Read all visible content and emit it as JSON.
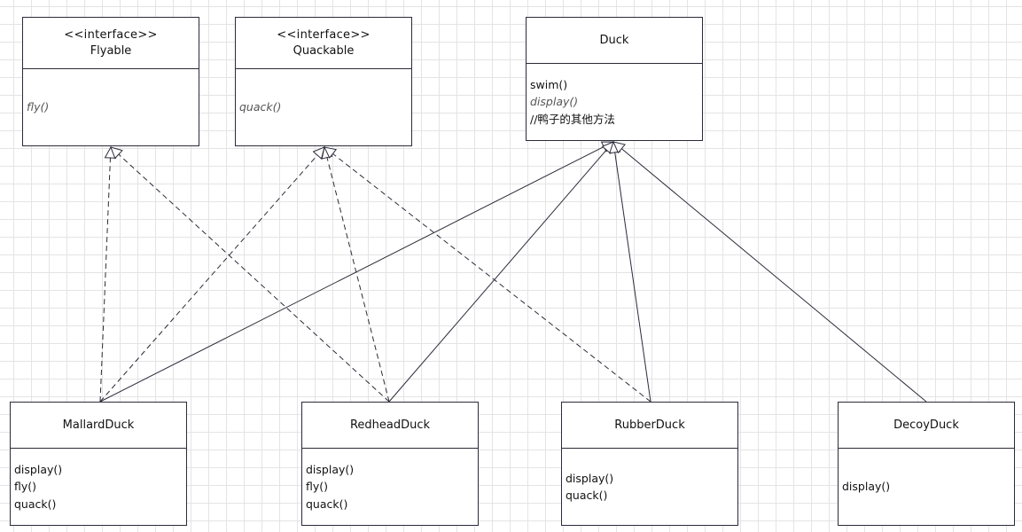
{
  "diagram": {
    "classes": {
      "flyable": {
        "stereotype": "<<interface>>",
        "name": "Flyable",
        "members": [
          {
            "text": "fly()",
            "italic": true
          }
        ]
      },
      "quackable": {
        "stereotype": "<<interface>>",
        "name": "Quackable",
        "members": [
          {
            "text": "quack()",
            "italic": true
          }
        ]
      },
      "duck": {
        "stereotype": "",
        "name": "Duck",
        "members": [
          {
            "text": "swim()",
            "italic": false
          },
          {
            "text": "display()",
            "italic": true
          },
          {
            "text": "//鸭子的其他方法",
            "italic": false
          }
        ]
      },
      "mallard": {
        "stereotype": "",
        "name": "MallardDuck",
        "members": [
          {
            "text": "display()",
            "italic": false
          },
          {
            "text": "fly()",
            "italic": false
          },
          {
            "text": "quack()",
            "italic": false
          }
        ]
      },
      "redhead": {
        "stereotype": "",
        "name": "RedheadDuck",
        "members": [
          {
            "text": "display()",
            "italic": false
          },
          {
            "text": "fly()",
            "italic": false
          },
          {
            "text": "quack()",
            "italic": false
          }
        ]
      },
      "rubber": {
        "stereotype": "",
        "name": "RubberDuck",
        "members": [
          {
            "text": "display()",
            "italic": false
          },
          {
            "text": "quack()",
            "italic": false
          }
        ]
      },
      "decoy": {
        "stereotype": "",
        "name": "DecoyDuck",
        "members": [
          {
            "text": "display()",
            "italic": false
          }
        ]
      }
    },
    "relations": [
      {
        "from": "mallard",
        "to": "duck",
        "kind": "generalization"
      },
      {
        "from": "redhead",
        "to": "duck",
        "kind": "generalization"
      },
      {
        "from": "rubber",
        "to": "duck",
        "kind": "generalization"
      },
      {
        "from": "decoy",
        "to": "duck",
        "kind": "generalization"
      },
      {
        "from": "mallard",
        "to": "flyable",
        "kind": "realization"
      },
      {
        "from": "redhead",
        "to": "flyable",
        "kind": "realization"
      },
      {
        "from": "mallard",
        "to": "quackable",
        "kind": "realization"
      },
      {
        "from": "redhead",
        "to": "quackable",
        "kind": "realization"
      },
      {
        "from": "rubber",
        "to": "quackable",
        "kind": "realization"
      }
    ],
    "colors": {
      "border": "#2b2b3a",
      "line": "#2b2b3a",
      "grid": "#e4e4e4"
    }
  }
}
